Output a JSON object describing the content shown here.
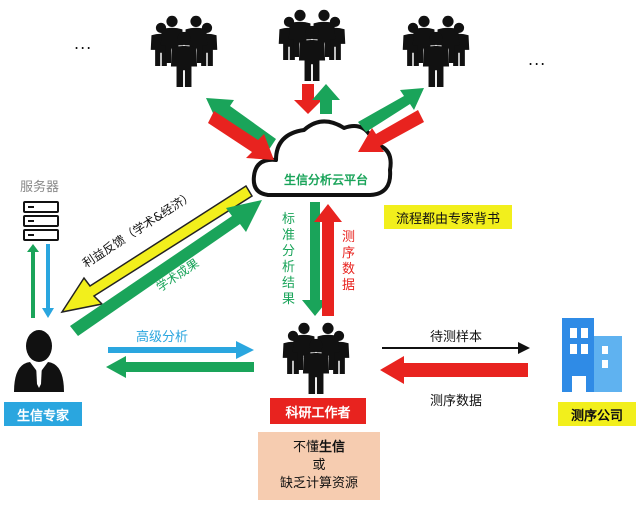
{
  "dots": "...",
  "cloud_label": "生信分析云平台",
  "pipeline_note": "流程都由专家背书",
  "server_label": "服务器",
  "vertical": {
    "standard": "标准分析结果",
    "seq": "测序数据"
  },
  "diagonal": {
    "feedback": "利益反馈（学术&经济）",
    "achievements": "学术成果"
  },
  "advanced_analysis": "高级分析",
  "samples_label": "待测样本",
  "seq_data_label": "测序数据",
  "expert_label": "生信专家",
  "researcher_label": "科研工作者",
  "company_label": "测序公司",
  "researcher_note": {
    "line1a": "不懂",
    "line1b": "生信",
    "line2": "或",
    "line3": "缺乏计算资源"
  },
  "colors": {
    "red": "#e8231f",
    "green": "#1aa45a",
    "blue": "#2aa6df",
    "yellow": "#f2ef1c",
    "note_bg": "#f6ccb0",
    "company": "#2f8be6"
  }
}
